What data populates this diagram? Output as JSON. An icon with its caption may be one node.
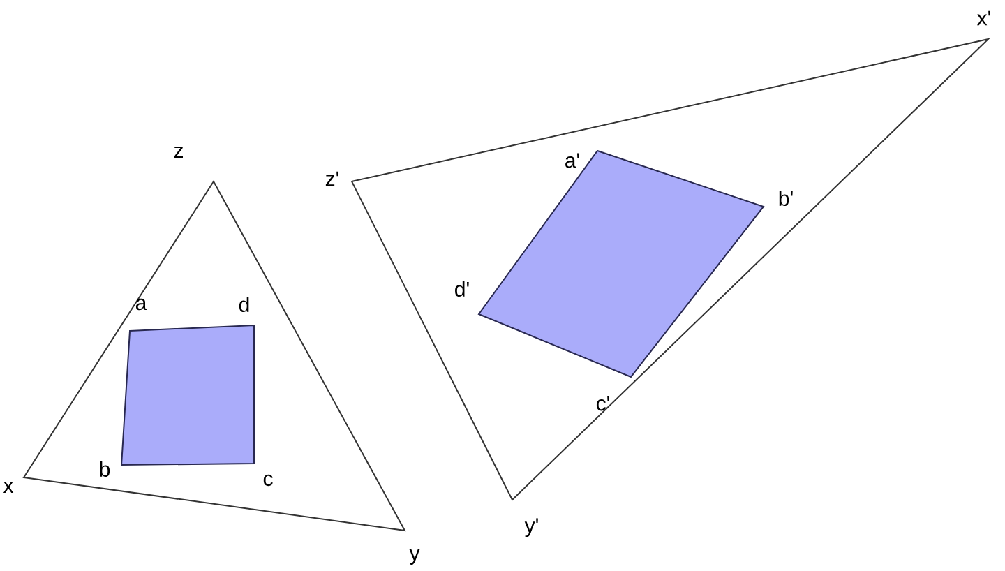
{
  "diagram": {
    "labels": [
      "x'",
      "z",
      "z'",
      "a'",
      "b'",
      "a",
      "d",
      "d'",
      "b",
      "c",
      "c'",
      "x",
      "y'",
      "y"
    ]
  }
}
